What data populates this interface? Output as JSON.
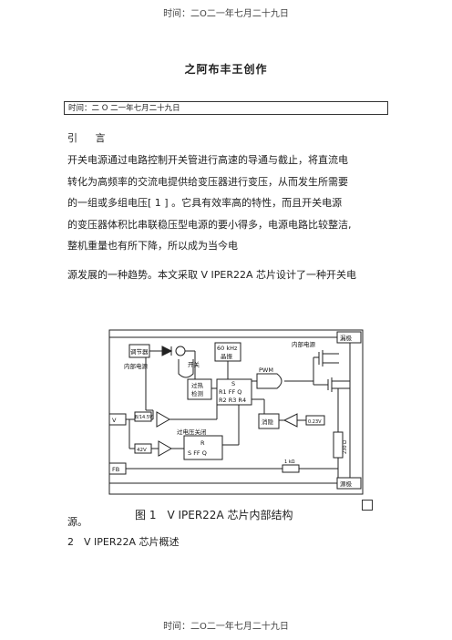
{
  "header_time": "时间：二O二一年七月二十九日",
  "author_line": "之阿布丰王创作",
  "box_time": "时间：二 O 二一年七月二十九日",
  "intro_heading": "引 言",
  "paragraph_lines": [
    "开关电源通过电路控制开关管进行高速的导通与截止，将直流电",
    "转化为高频率的交流电提供给变压器进行变压，从而发生所需要",
    "的一组或多组电压[ 1 ] 。它具有效率高的特性，而且开关电源",
    "的变压器体积比串联稳压型电源的要小得多，电源电路比较整洁,",
    "整机重量也有所下降，所以成为当今电"
  ],
  "paragraph2": "源发展的一种趋势。本文采取 V IPER22A 芯片设计了一种开关电",
  "trailing_text": "源。",
  "figure_caption": "图 1　V IPER22A 芯片内部结构",
  "section_heading": "2　V IPER22A 芯片概述",
  "footer_time": "时间：二O二一年七月二十九日",
  "diagram_labels": {
    "drain": "漏极",
    "internal_supply": "内部电源",
    "switch": "开关",
    "regulator": "调节器",
    "internal_supply2": "内部电源",
    "osc": "60 kHz",
    "osc2": "晶振",
    "overheat": "过热",
    "overheat2": "检测",
    "flipflop_s": "S",
    "flipflop_r": "R1  FF  Q",
    "flipflop_r2": "R2  R3  R4",
    "pwm": "PWM",
    "vdd": "V",
    "uvlo": "8/14.5V",
    "overvolt": "过电压关闭",
    "v42": "42V",
    "ff2_r": "R",
    "ff2": "S  FF  Q",
    "blank": "消隐",
    "v023": "0.23V",
    "r230": "230 Ω",
    "r1k": "1 kΩ",
    "fb": "FB",
    "source": "源极"
  }
}
